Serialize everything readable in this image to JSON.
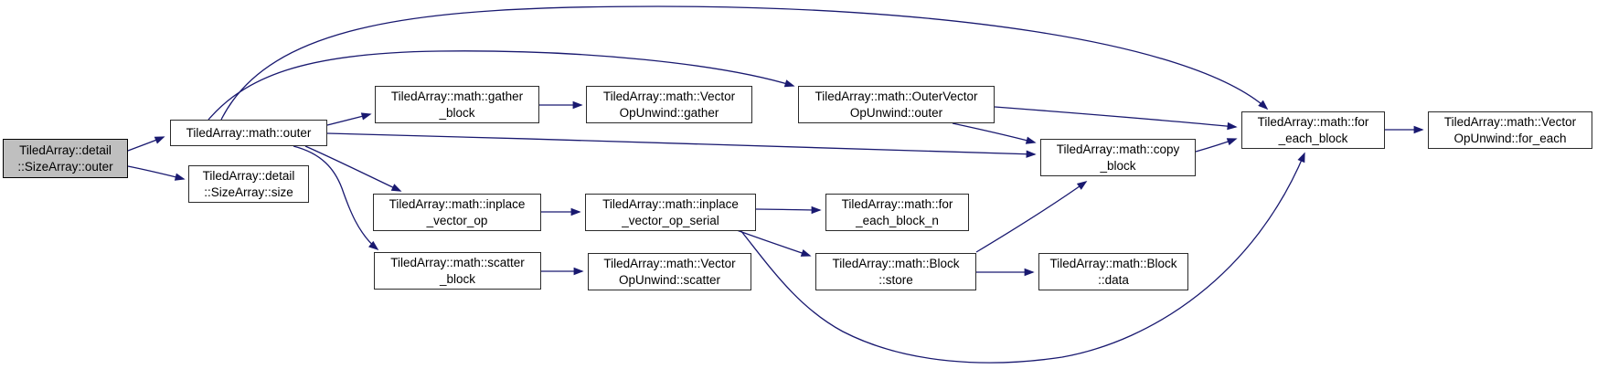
{
  "colors": {
    "background": "#ffffff",
    "edge": "#191970",
    "node_fill": "#ffffff",
    "node_border": "#2b2b2b",
    "highlight_fill": "#bfbfbf"
  },
  "nodes": {
    "size_array_outer": {
      "label": "TiledArray::detail\n::SizeArray::outer",
      "highlighted": true
    },
    "math_outer": {
      "label": "TiledArray::math::outer",
      "highlighted": false
    },
    "size_array_size": {
      "label": "TiledArray::detail\n::SizeArray::size",
      "highlighted": false
    },
    "gather_block": {
      "label": "TiledArray::math::gather\n_block",
      "highlighted": false
    },
    "vector_op_unwind_gather": {
      "label": "TiledArray::math::Vector\nOpUnwind::gather",
      "highlighted": false
    },
    "outer_vector_op_unwind_outer": {
      "label": "TiledArray::math::OuterVector\nOpUnwind::outer",
      "highlighted": false
    },
    "copy_block": {
      "label": "TiledArray::math::copy\n_block",
      "highlighted": false
    },
    "for_each_block": {
      "label": "TiledArray::math::for\n_each_block",
      "highlighted": false
    },
    "vector_op_unwind_for_each": {
      "label": "TiledArray::math::Vector\nOpUnwind::for_each",
      "highlighted": false
    },
    "inplace_vector_op": {
      "label": "TiledArray::math::inplace\n_vector_op",
      "highlighted": false
    },
    "inplace_vector_op_serial": {
      "label": "TiledArray::math::inplace\n_vector_op_serial",
      "highlighted": false
    },
    "for_each_block_n": {
      "label": "TiledArray::math::for\n_each_block_n",
      "highlighted": false
    },
    "scatter_block": {
      "label": "TiledArray::math::scatter\n_block",
      "highlighted": false
    },
    "vector_op_unwind_scatter": {
      "label": "TiledArray::math::Vector\nOpUnwind::scatter",
      "highlighted": false
    },
    "block_store": {
      "label": "TiledArray::math::Block\n::store",
      "highlighted": false
    },
    "block_data": {
      "label": "TiledArray::math::Block\n::data",
      "highlighted": false
    }
  },
  "edges": [
    {
      "from": "size_array_outer",
      "to": "math_outer"
    },
    {
      "from": "size_array_outer",
      "to": "size_array_size"
    },
    {
      "from": "math_outer",
      "to": "gather_block"
    },
    {
      "from": "math_outer",
      "to": "outer_vector_op_unwind_outer"
    },
    {
      "from": "math_outer",
      "to": "for_each_block"
    },
    {
      "from": "math_outer",
      "to": "copy_block"
    },
    {
      "from": "math_outer",
      "to": "inplace_vector_op"
    },
    {
      "from": "math_outer",
      "to": "scatter_block"
    },
    {
      "from": "gather_block",
      "to": "vector_op_unwind_gather"
    },
    {
      "from": "outer_vector_op_unwind_outer",
      "to": "copy_block"
    },
    {
      "from": "outer_vector_op_unwind_outer",
      "to": "for_each_block"
    },
    {
      "from": "copy_block",
      "to": "for_each_block"
    },
    {
      "from": "for_each_block",
      "to": "vector_op_unwind_for_each"
    },
    {
      "from": "inplace_vector_op",
      "to": "inplace_vector_op_serial"
    },
    {
      "from": "inplace_vector_op_serial",
      "to": "for_each_block_n"
    },
    {
      "from": "inplace_vector_op_serial",
      "to": "block_store"
    },
    {
      "from": "inplace_vector_op_serial",
      "to": "for_each_block"
    },
    {
      "from": "scatter_block",
      "to": "vector_op_unwind_scatter"
    },
    {
      "from": "block_store",
      "to": "block_data"
    },
    {
      "from": "block_store",
      "to": "copy_block"
    }
  ]
}
